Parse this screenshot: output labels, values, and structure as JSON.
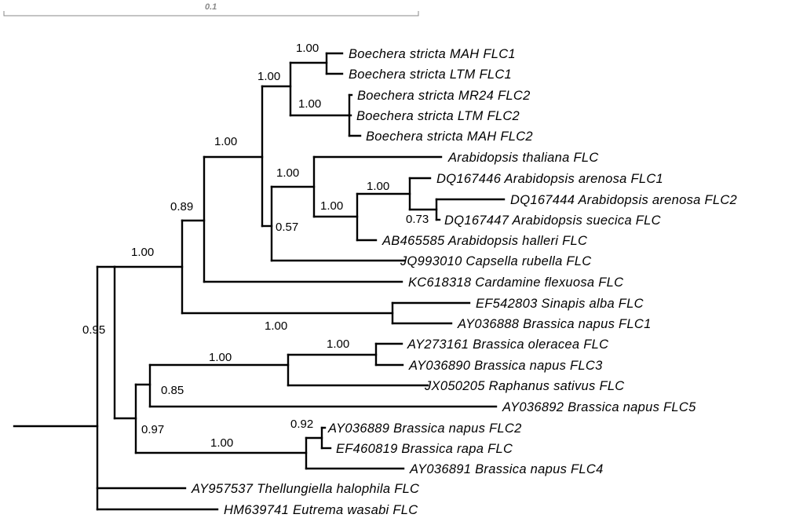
{
  "scale_bar": {
    "label": "0.1"
  },
  "taxa": {
    "bs_mah_flc1": "Boechera stricta MAH FLC1",
    "bs_ltm_flc1": "Boechera stricta LTM FLC1",
    "bs_mr24_flc2": "Boechera stricta MR24 FLC2",
    "bs_ltm_flc2": "Boechera stricta LTM FLC2",
    "bs_mah_flc2": "Boechera stricta MAH FLC2",
    "at_flc": "Arabidopsis thaliana FLC",
    "dq167446": "DQ167446 Arabidopsis arenosa FLC1",
    "dq167444": "DQ167444 Arabidopsis arenosa FLC2",
    "dq167447": "DQ167447 Arabidopsis suecica FLC",
    "ab465585": "AB465585 Arabidopsis halleri FLC",
    "jq993010": "JQ993010 Capsella rubella FLC",
    "kc618318": "KC618318 Cardamine flexuosa FLC",
    "ef542803": "EF542803 Sinapis alba FLC",
    "ay036888": "AY036888 Brassica napus FLC1",
    "ay273161": "AY273161 Brassica oleracea FLC",
    "ay036890": "AY036890 Brassica napus FLC3",
    "jx050205": "JX050205 Raphanus sativus FLC",
    "ay036892": "AY036892 Brassica napus FLC5",
    "ay036889": "AY036889 Brassica napus FLC2",
    "ef460819": "EF460819 Brassica rapa FLC",
    "ay036891": "AY036891 Brassica napus FLC4",
    "ay957537": "AY957537 Thellungiella halophila FLC",
    "hm639741": "HM639741 Eutrema wasabi FLC"
  },
  "support": {
    "boechera_flc1": "1.00",
    "boechera_flc2": "1.00",
    "boechera": "1.00",
    "arabidopsis": "1.00",
    "arenosa_group": "1.00",
    "arenosa_suecica": "1.00",
    "suecica_pair": "0.73",
    "arab_capsella": "0.57",
    "big_clade": "1.00",
    "with_cardamine": "0.89",
    "upper_clade": "1.00",
    "sinapis_napus": "1.00",
    "oleracea_napus3": "1.00",
    "brassica_raphanus": "1.00",
    "with_flc5": "0.85",
    "napus2_rapa": "0.92",
    "brassica_flc2_group": "1.00",
    "lower_clade": "0.97",
    "crown": "0.95"
  }
}
